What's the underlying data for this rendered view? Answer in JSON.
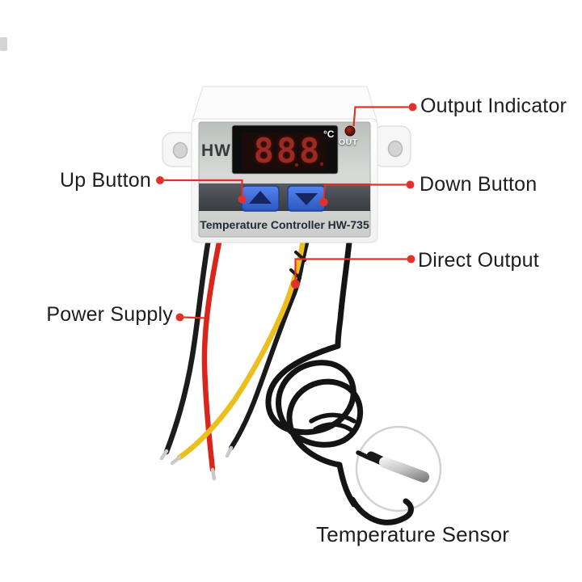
{
  "device": {
    "brand": "HW",
    "display_value": "888",
    "display_unit": "°C",
    "output_led_label": "OUT",
    "model_text": "Temperature Controller HW-735"
  },
  "annotations": {
    "output_indicator": "Output Indicator",
    "up_button": "Up Button",
    "down_button": "Down Button",
    "direct_output": "Direct Output",
    "power_supply": "Power Supply",
    "temperature_sensor": "Temperature Sensor"
  },
  "colors": {
    "annotation_red": "#e23128",
    "wire_red": "#d9251b",
    "wire_yellow": "#ecbf1e",
    "wire_black": "#1a1a1a",
    "button_blue": "#3a6cd8",
    "button_arrow_navy": "#17265e",
    "led_red": "#8f1a10",
    "display_digit_red": "#9c2a20",
    "display_background": "#1b0c0a"
  }
}
